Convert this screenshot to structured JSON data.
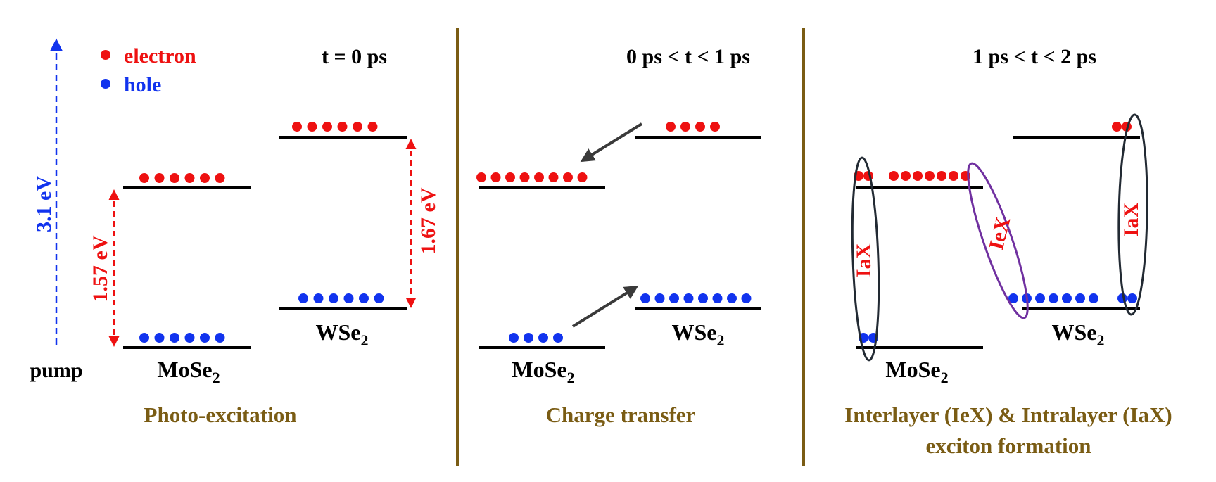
{
  "colors": {
    "electron": "#ee1111",
    "hole": "#1133ee",
    "level": "#000000",
    "divider": "#7a5c14",
    "caption": "#7a5c14",
    "arrow": "#3a3a3a",
    "iax_ellipse": "#222a33",
    "iex_ellipse": "#7030a0"
  },
  "legend": {
    "electron": "electron",
    "hole": "hole"
  },
  "panel1": {
    "time": "t = 0 ps",
    "caption": "Photo-excitation",
    "pump_label": "pump",
    "pump_energy": "3.1 eV",
    "mose2_gap": "1.57 eV",
    "wse2_gap": "1.67 eV",
    "mose2_label": {
      "main": "MoSe",
      "sub": "2"
    },
    "wse2_label": {
      "main": "WSe",
      "sub": "2"
    },
    "mose2_cb_electrons": 6,
    "mose2_vb_holes": 6,
    "wse2_cb_electrons": 6,
    "wse2_vb_holes": 6
  },
  "panel2": {
    "time": "0 ps < t < 1 ps",
    "caption": "Charge transfer",
    "mose2_label": {
      "main": "MoSe",
      "sub": "2"
    },
    "wse2_label": {
      "main": "WSe",
      "sub": "2"
    },
    "mose2_cb_electrons": 8,
    "mose2_vb_holes": 4,
    "wse2_cb_electrons": 4,
    "wse2_vb_holes": 8
  },
  "panel3": {
    "time": "1 ps < t < 2 ps",
    "caption_line1": "Interlayer (IeX) & Intralayer (IaX)",
    "caption_line2": "exciton formation",
    "mose2_label": {
      "main": "MoSe",
      "sub": "2"
    },
    "wse2_label": {
      "main": "WSe",
      "sub": "2"
    },
    "iax_left": "IaX",
    "iex": "IeX",
    "iax_right": "IaX",
    "mose2_cb_left_electrons": 2,
    "mose2_cb_right_electrons": 7,
    "mose2_vb_holes": 2,
    "wse2_cb_electrons": 2,
    "wse2_vb_left_holes": 7,
    "wse2_vb_right_holes": 2
  }
}
